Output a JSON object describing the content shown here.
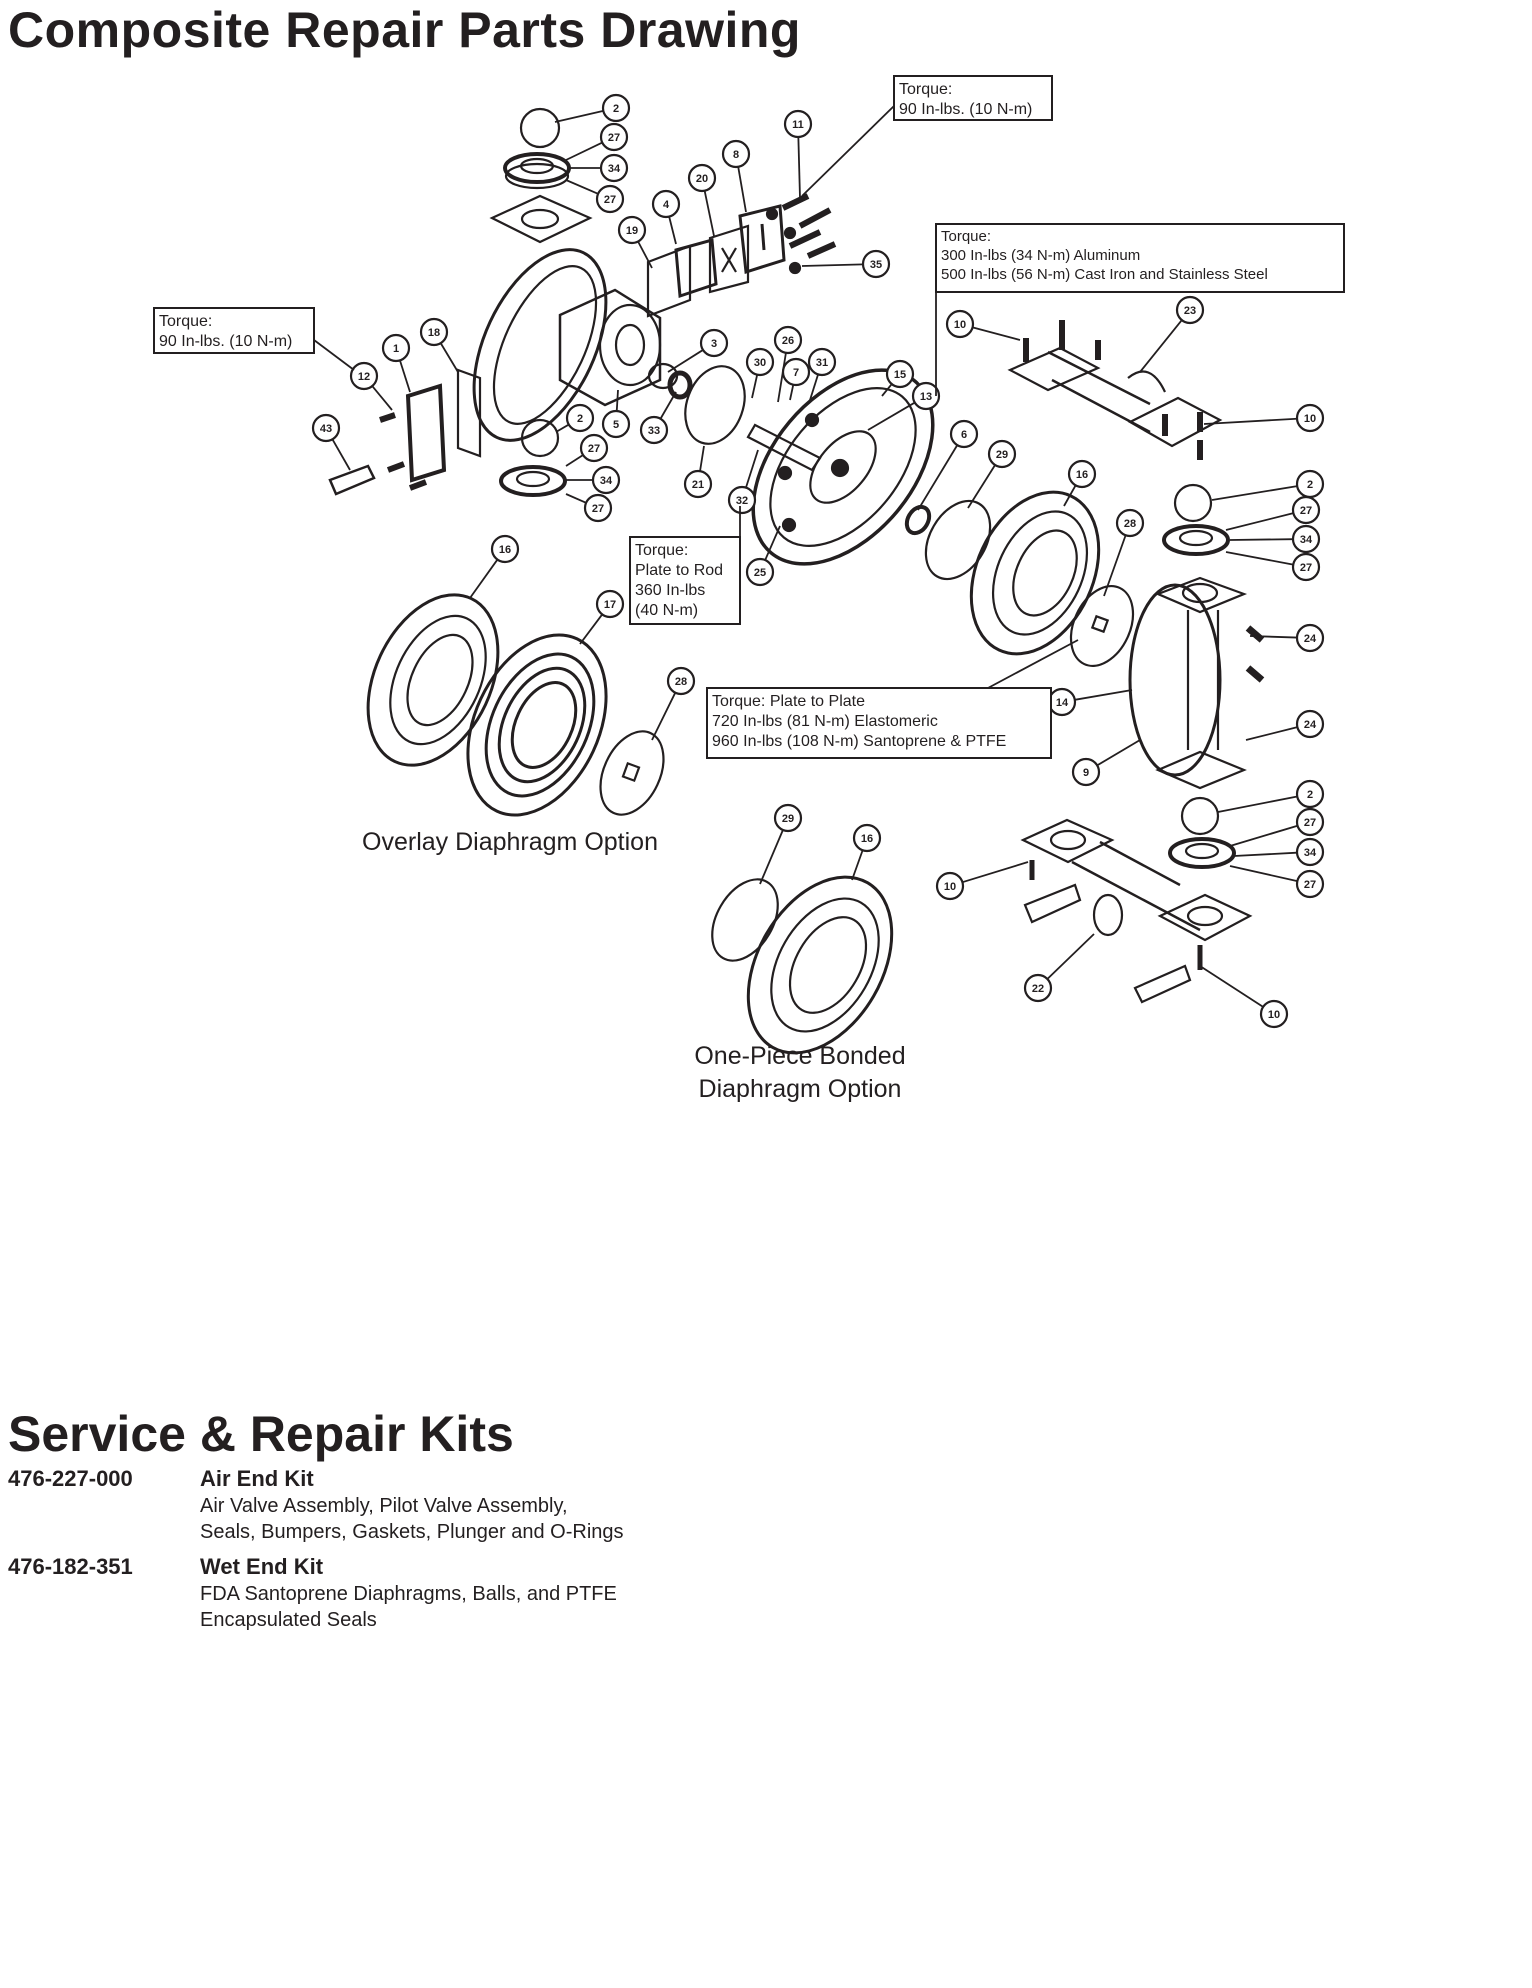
{
  "page": {
    "title": "Composite Repair Parts Drawing"
  },
  "torque_notes": [
    {
      "id": "t-bolt-11",
      "lines": [
        "Torque:",
        "90 In-lbs. (10 N-m)"
      ],
      "points_to": "11"
    },
    {
      "id": "t-bolt-12",
      "lines": [
        "Torque:",
        "90 In-lbs. (10 N-m)"
      ],
      "points_to": "12"
    },
    {
      "id": "t-manifold",
      "lines": [
        "Torque:",
        "300 In-lbs (34 N-m) Aluminum",
        "500 In-lbs (56 N-m) Cast Iron and Stainless Steel"
      ],
      "points_to": "13"
    },
    {
      "id": "t-plate-rod",
      "lines": [
        "Torque:",
        "Plate to Rod",
        "360 In-lbs",
        "(40 N-m)"
      ],
      "points_to": "32"
    },
    {
      "id": "t-plate-plate",
      "lines": [
        "Torque:  Plate to Plate",
        "720 In-lbs (81 N-m) Elastomeric",
        "960 In-lbs (108 N-m) Santoprene & PTFE"
      ],
      "points_to": "28"
    }
  ],
  "callouts": [
    "2",
    "27",
    "34",
    "27",
    "11",
    "8",
    "20",
    "4",
    "19",
    "35",
    "18",
    "1",
    "12",
    "43",
    "3",
    "26",
    "30",
    "7",
    "31",
    "15",
    "13",
    "2",
    "27",
    "34",
    "27",
    "5",
    "33",
    "21",
    "32",
    "25",
    "10",
    "23",
    "10",
    "2",
    "27",
    "34",
    "27",
    "6",
    "29",
    "16",
    "28",
    "24",
    "14",
    "24",
    "9",
    "16",
    "17",
    "28",
    "2",
    "27",
    "34",
    "27",
    "10",
    "22",
    "10",
    "29",
    "16"
  ],
  "captions": {
    "overlay": "Overlay Diaphragm Option",
    "bonded_line1": "One-Piece Bonded",
    "bonded_line2": "Diaphragm Option"
  },
  "kits": {
    "title": "Service & Repair Kits",
    "items": [
      {
        "part_number": "476-227-000",
        "name": "Air End Kit",
        "description": [
          "Air Valve Assembly, Pilot Valve Assembly,",
          "Seals, Bumpers, Gaskets, Plunger and O-Rings"
        ]
      },
      {
        "part_number": "476-182-351",
        "name": "Wet End Kit",
        "description": [
          "FDA Santoprene Diaphragms, Balls, and PTFE",
          "Encapsulated Seals"
        ]
      }
    ]
  }
}
